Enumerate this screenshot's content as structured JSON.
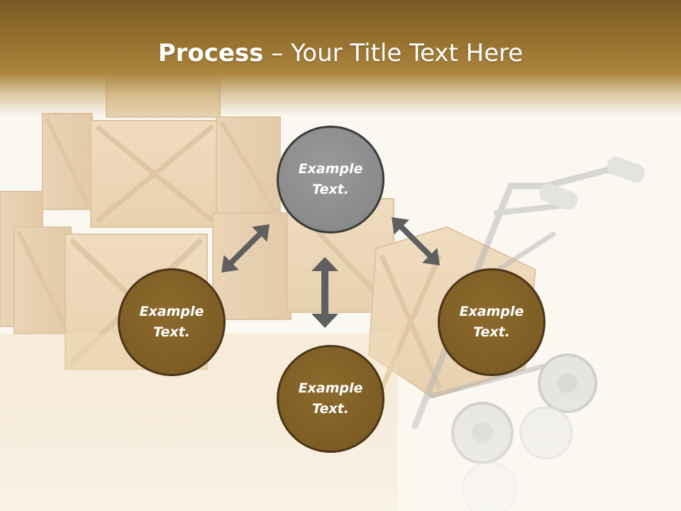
{
  "slide": {
    "title_bold": "Process",
    "title_rest": " – Your Title Text Here"
  },
  "nodes": [
    {
      "id": "top",
      "line1": "Example",
      "line2": "Text.",
      "style": "gray"
    },
    {
      "id": "left",
      "line1": "Example",
      "line2": "Text.",
      "style": "brown"
    },
    {
      "id": "bottom",
      "line1": "Example",
      "line2": "Text.",
      "style": "brown"
    },
    {
      "id": "right",
      "line1": "Example",
      "line2": "Text.",
      "style": "brown"
    }
  ],
  "colors": {
    "title_bar": "#96722f",
    "node_brown": "#7d5d24",
    "node_gray": "#8a8a8a",
    "arrow": "#5f5f5f",
    "background": "#fbf8f2"
  },
  "background_image": {
    "depicts": [
      "wooden-crates-icon",
      "hand-truck-icon"
    ]
  }
}
